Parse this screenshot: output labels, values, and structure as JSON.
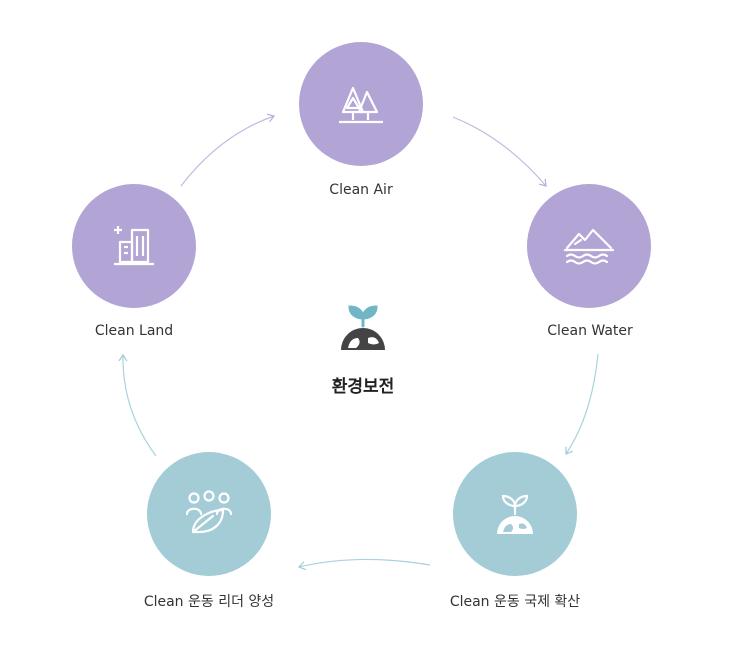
{
  "center": {
    "title": "환경보전",
    "icon": "sprout-globe-icon"
  },
  "nodes": [
    {
      "id": "air",
      "label": "Clean Air",
      "icon": "trees-icon"
    },
    {
      "id": "water",
      "label": "Clean Water",
      "icon": "mountain-waves-icon"
    },
    {
      "id": "spread",
      "label": "Clean 운동 국제 확산",
      "icon": "sprout-globe-icon"
    },
    {
      "id": "leaders",
      "label": "Clean 운동 리더 양성",
      "icon": "people-leaf-icon"
    },
    {
      "id": "land",
      "label": "Clean Land",
      "icon": "buildings-icon"
    }
  ],
  "colors": {
    "purple": "#b3a4d6",
    "teal": "#a3ccd6",
    "arrow_purple": "#c4b9e0",
    "arrow_teal": "#a9d2dc",
    "center_icon_teal": "#6fb7c7",
    "center_icon_dark": "#444444",
    "text": "#333333"
  }
}
